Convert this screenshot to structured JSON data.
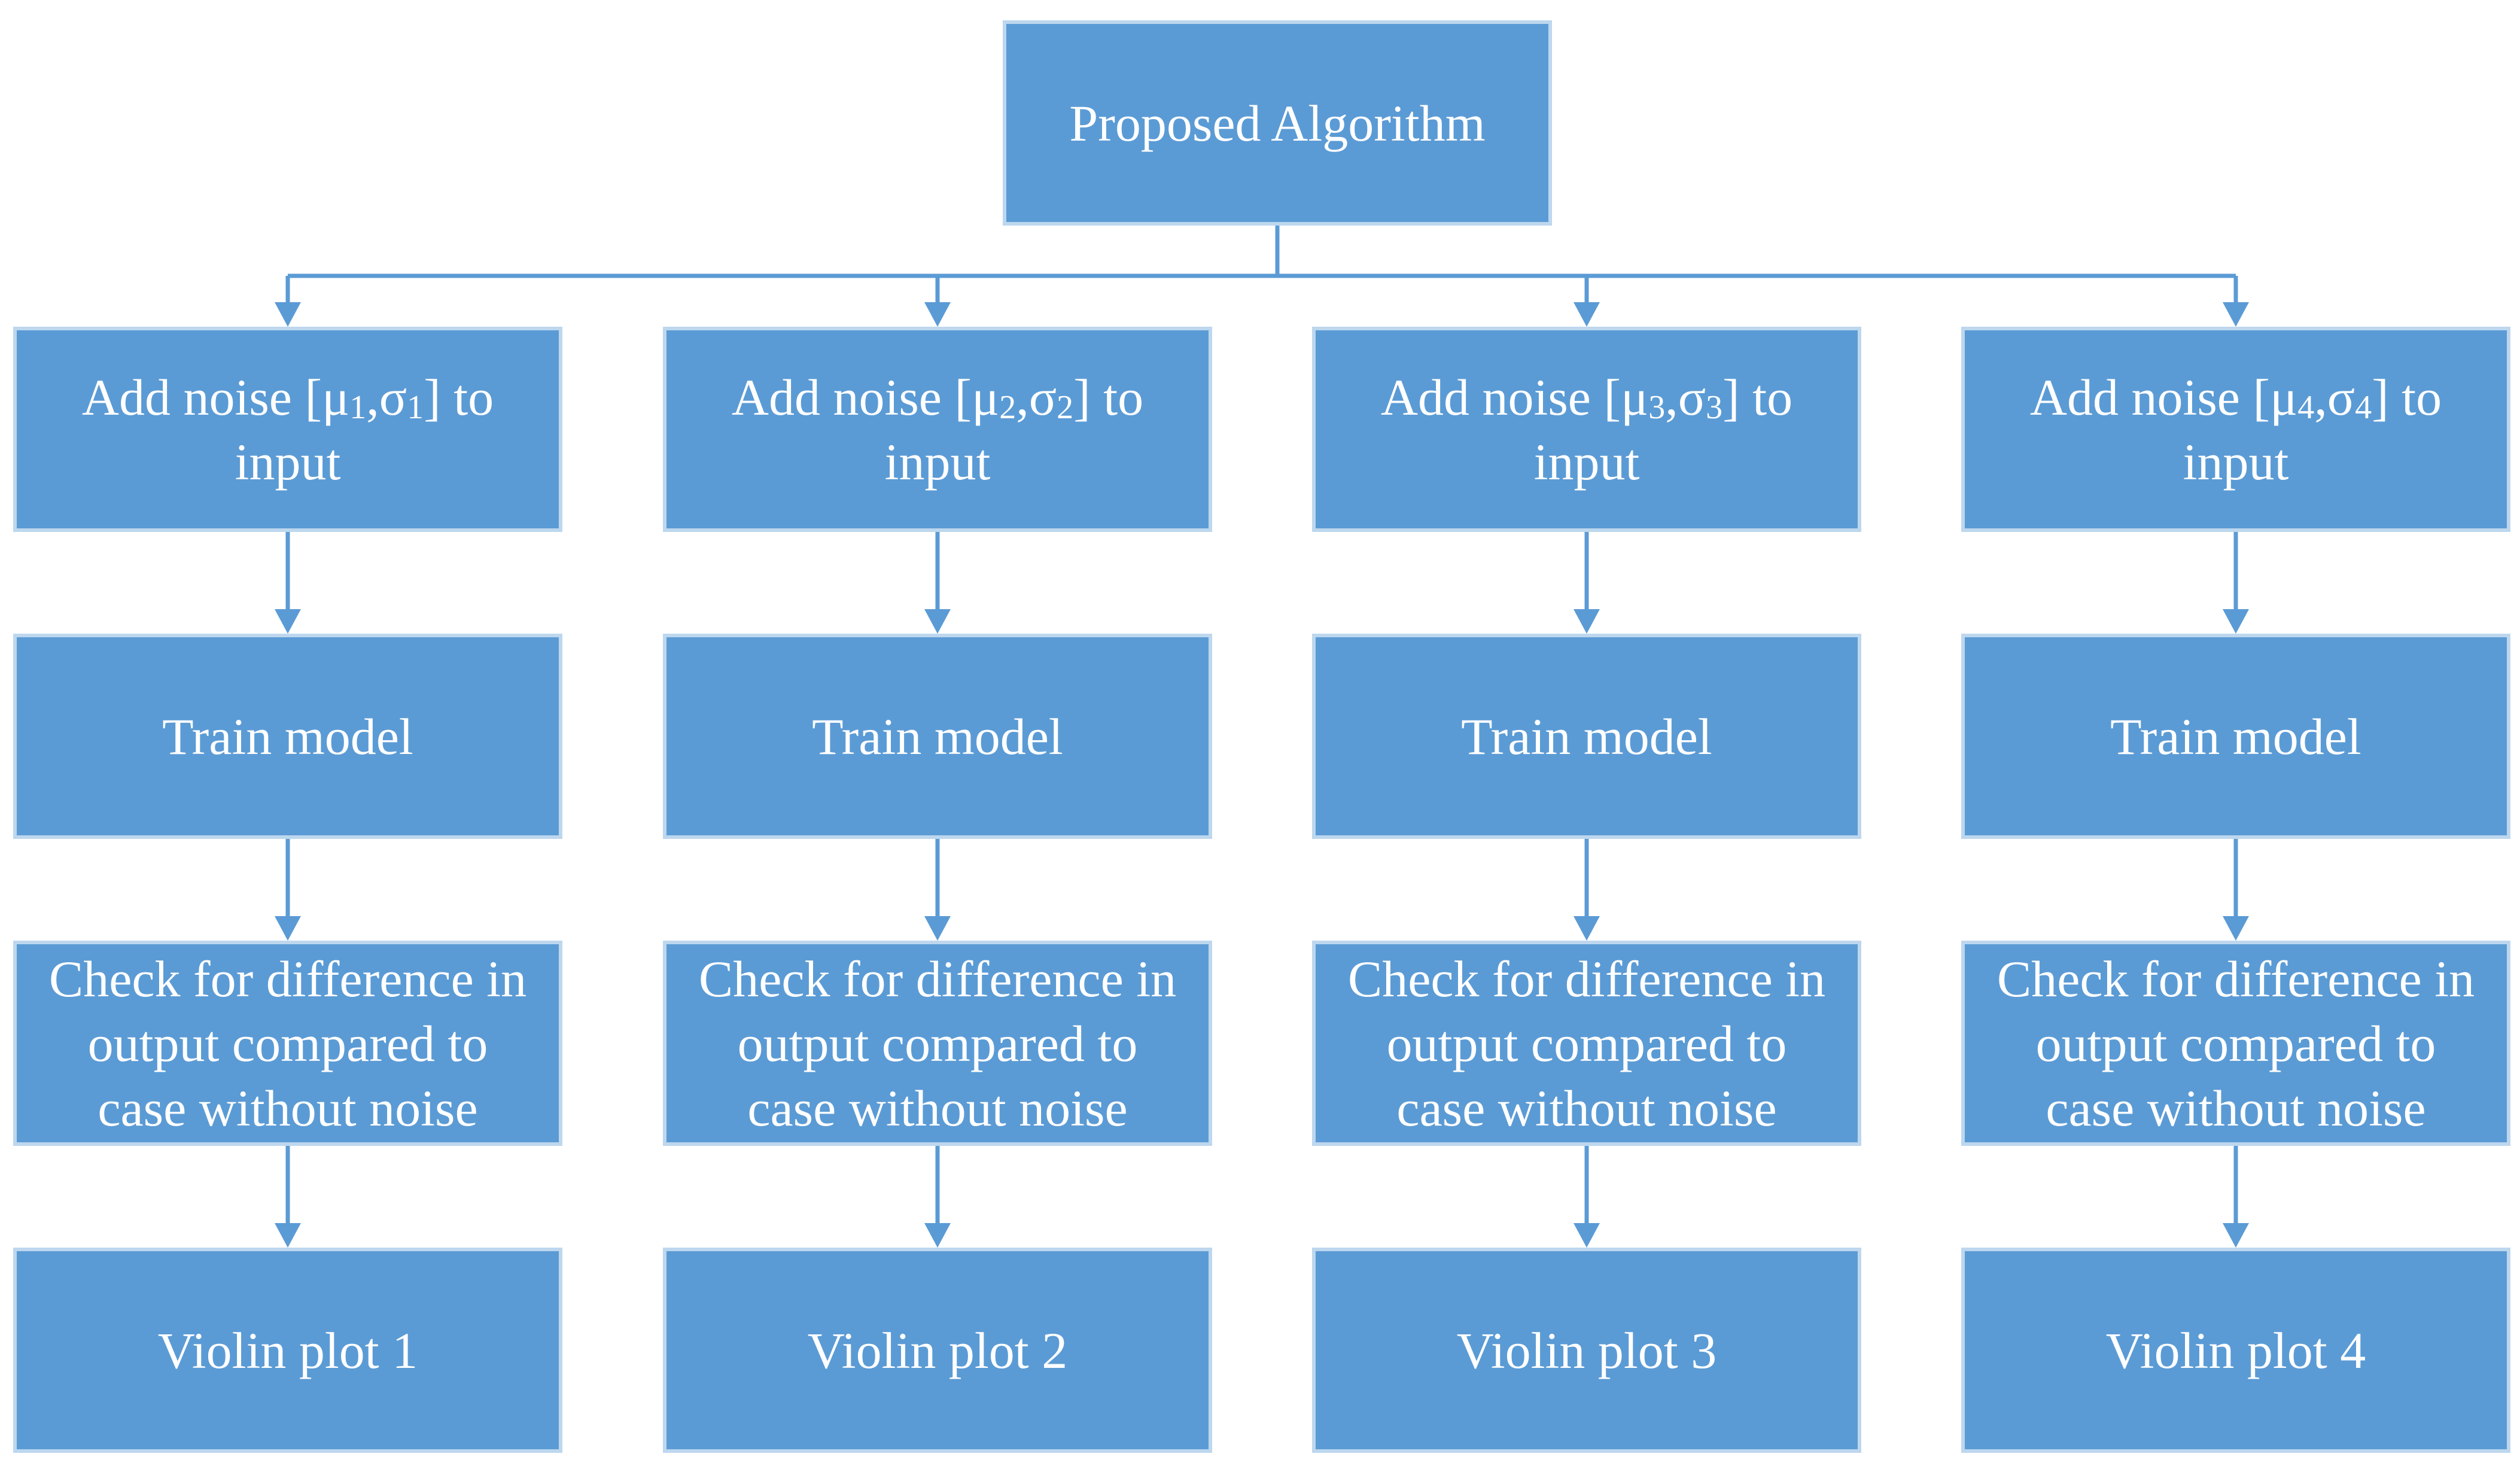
{
  "root": {
    "label": "Proposed Algorithm"
  },
  "colors": {
    "box_fill": "#5b9bd5",
    "box_border": "#bdd7ee",
    "connector": "#5b9bd5",
    "text": "#ffffff"
  },
  "branches": [
    {
      "noise": {
        "prefix": "Add noise [μ",
        "mu_sub": "1",
        "sep": ",σ",
        "sigma_sub": "1",
        "suffix": "] to\ninput"
      },
      "train": "Train model",
      "check": "Check for difference in\noutput compared to\ncase without noise",
      "violin": "Violin plot 1"
    },
    {
      "noise": {
        "prefix": "Add noise [μ",
        "mu_sub": "2",
        "sep": ",σ",
        "sigma_sub": "2",
        "suffix": "] to\ninput"
      },
      "train": "Train model",
      "check": "Check for difference in\noutput compared to\ncase without noise",
      "violin": "Violin plot 2"
    },
    {
      "noise": {
        "prefix": "Add noise [μ",
        "mu_sub": "3",
        "sep": ",σ",
        "sigma_sub": "3",
        "suffix": "] to\ninput"
      },
      "train": "Train model",
      "check": "Check for difference in\noutput compared to\ncase without noise",
      "violin": "Violin plot 3"
    },
    {
      "noise": {
        "prefix": "Add noise [μ",
        "mu_sub": "4",
        "sep": ",σ",
        "sigma_sub": "4",
        "suffix": "] to\ninput"
      },
      "train": "Train model",
      "check": "Check for difference in\noutput compared to\ncase without noise",
      "violin": "Violin plot 4"
    }
  ]
}
